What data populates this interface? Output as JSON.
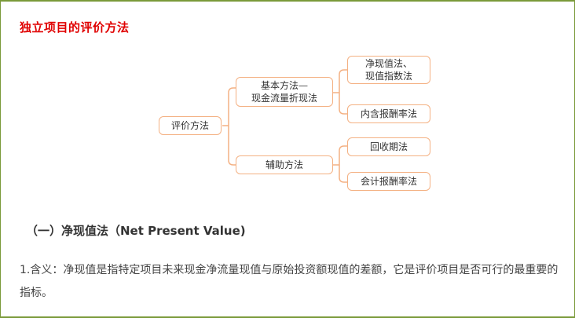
{
  "title": "独立项目的评价方法",
  "diagram": {
    "root": "评价方法",
    "branches": [
      {
        "label_line1": "基本方法—",
        "label_line2": "现金流量折现法",
        "children": [
          {
            "line1": "净现值法、",
            "line2": "现值指数法"
          },
          {
            "line1": "内含报酬率法",
            "line2": ""
          }
        ]
      },
      {
        "label_line1": "辅助方法",
        "label_line2": "",
        "children": [
          {
            "line1": "回收期法",
            "line2": ""
          },
          {
            "line1": "会计报酬率法",
            "line2": ""
          }
        ]
      }
    ],
    "colors": {
      "border": "#f4b183",
      "title": "#e00000",
      "frame": "#7a9a3a"
    }
  },
  "section_heading": "（一）净现值法（Net Present Value)",
  "paragraph": "1.含义：净现值是指特定项目未来现金净流量现值与原始投资额现值的差额，它是评价项目是否可行的最重要的指标。"
}
